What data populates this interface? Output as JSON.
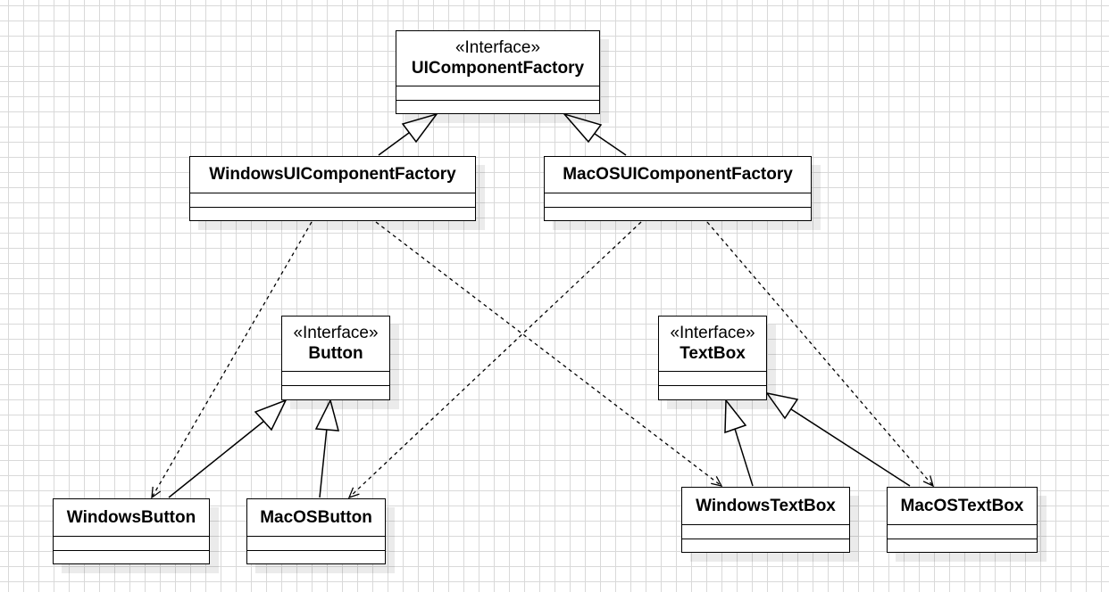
{
  "diagram": {
    "classes": {
      "ui_component_factory": {
        "stereotype": "«Interface»",
        "name": "UIComponentFactory"
      },
      "windows_ui_component_factory": {
        "stereotype": "",
        "name": "WindowsUIComponentFactory"
      },
      "macos_ui_component_factory": {
        "stereotype": "",
        "name": "MacOSUIComponentFactory"
      },
      "button": {
        "stereotype": "«Interface»",
        "name": "Button"
      },
      "textbox": {
        "stereotype": "«Interface»",
        "name": "TextBox"
      },
      "windows_button": {
        "stereotype": "",
        "name": "WindowsButton"
      },
      "macos_button": {
        "stereotype": "",
        "name": "MacOSButton"
      },
      "windows_textbox": {
        "stereotype": "",
        "name": "WindowsTextBox"
      },
      "macos_textbox": {
        "stereotype": "",
        "name": "MacOSTextBox"
      }
    },
    "relations": [
      {
        "type": "realization",
        "from": "windows_ui_component_factory",
        "to": "ui_component_factory"
      },
      {
        "type": "realization",
        "from": "macos_ui_component_factory",
        "to": "ui_component_factory"
      },
      {
        "type": "realization",
        "from": "windows_button",
        "to": "button"
      },
      {
        "type": "realization",
        "from": "macos_button",
        "to": "button"
      },
      {
        "type": "realization",
        "from": "windows_textbox",
        "to": "textbox"
      },
      {
        "type": "realization",
        "from": "macos_textbox",
        "to": "textbox"
      },
      {
        "type": "dependency",
        "from": "windows_ui_component_factory",
        "to": "windows_button"
      },
      {
        "type": "dependency",
        "from": "windows_ui_component_factory",
        "to": "windows_textbox"
      },
      {
        "type": "dependency",
        "from": "macos_ui_component_factory",
        "to": "macos_button"
      },
      {
        "type": "dependency",
        "from": "macos_ui_component_factory",
        "to": "macos_textbox"
      }
    ]
  }
}
